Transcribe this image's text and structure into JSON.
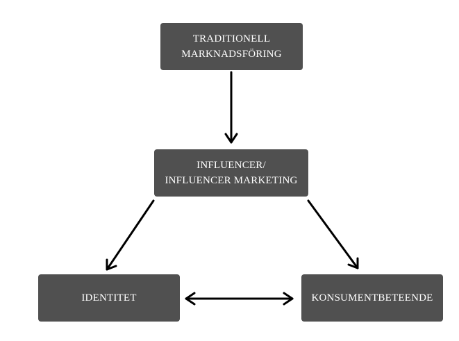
{
  "nodes": {
    "traditional_marketing": {
      "line1": "TRADITIONELL",
      "line2": "MARKNADSFÖRING"
    },
    "influencer": {
      "line1": "INFLUENCER/",
      "line2": "INFLUENCER MARKETING"
    },
    "identity": {
      "label": "IDENTITET"
    },
    "consumer_behavior": {
      "label": "KONSUMENTBETEENDE"
    }
  },
  "edges": [
    {
      "from": "traditional_marketing",
      "to": "influencer",
      "direction": "forward"
    },
    {
      "from": "influencer",
      "to": "identity",
      "direction": "forward"
    },
    {
      "from": "influencer",
      "to": "consumer_behavior",
      "direction": "forward"
    },
    {
      "from": "identity",
      "to": "consumer_behavior",
      "direction": "both"
    }
  ],
  "colors": {
    "node_fill": "#505050",
    "node_text": "#ffffff",
    "arrow": "#000000",
    "background": "#ffffff"
  }
}
